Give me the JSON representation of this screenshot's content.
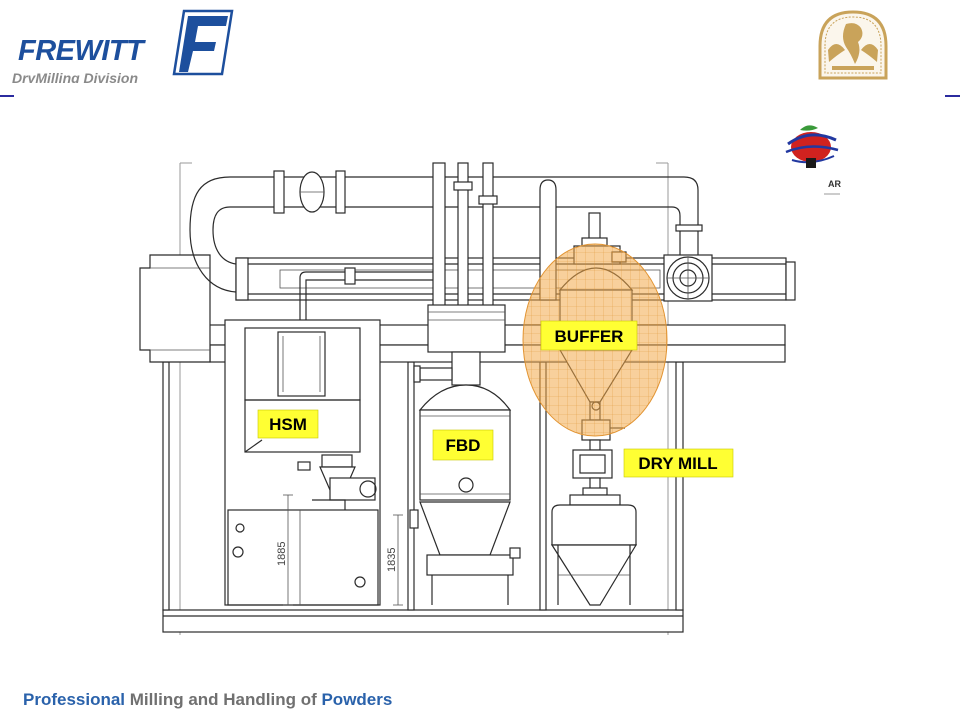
{
  "header": {
    "brand_name": "FREWITT",
    "division": "DryMilling Division",
    "partner_logo_text": "AR"
  },
  "diagram": {
    "labels": {
      "hsm": "HSM",
      "fbd": "FBD",
      "buffer": "BUFFER",
      "dry_mill": "DRY MILL"
    },
    "dimensions": {
      "hsm_height": "1885",
      "fbd_height": "1835"
    }
  },
  "footer": {
    "part1": "Professional",
    "part2": " Milling and Handling of ",
    "part3": "Powders"
  },
  "colors": {
    "brand_blue": "#1d4f9d",
    "header_rule": "#2b2b9f",
    "label_fill": "#ffff33",
    "buffer_highlight": "#f2a94a",
    "seal_gold": "#c9a35a"
  }
}
